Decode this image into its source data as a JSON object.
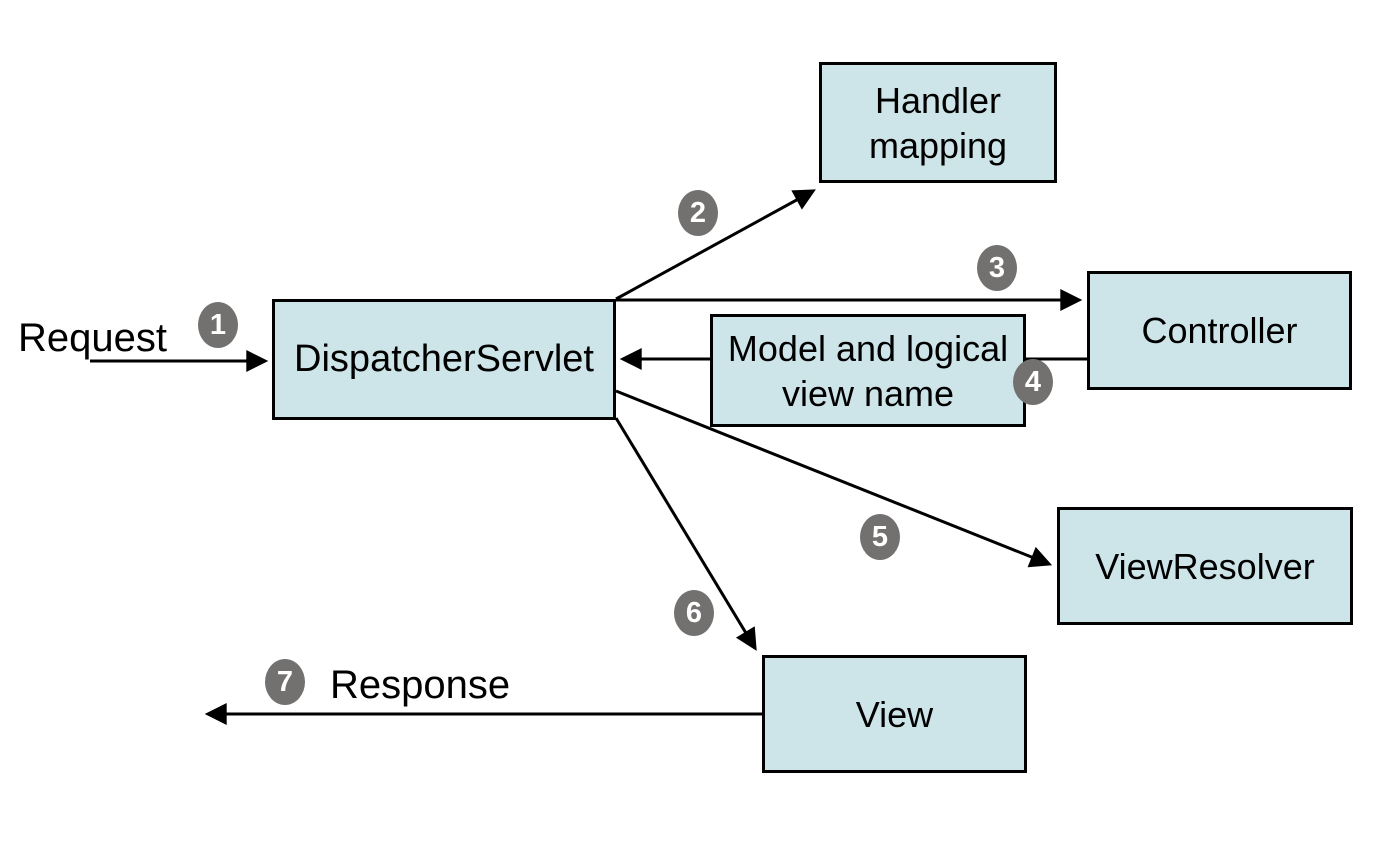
{
  "diagram": {
    "kind": "flow-diagram",
    "colors": {
      "background": "#ffffff",
      "box_fill": "#cde5e8",
      "box_border": "#000000",
      "badge_fill": "#737170",
      "badge_text": "#ffffff",
      "arrow": "#000000"
    }
  },
  "labels": {
    "request": "Request",
    "response": "Response"
  },
  "boxes": [
    {
      "name": "dispatcher-servlet",
      "label": "DispatcherServlet"
    },
    {
      "name": "handler-mapping",
      "label": "Handler mapping"
    },
    {
      "name": "controller",
      "label": "Controller"
    },
    {
      "name": "model-and-logical-view-name",
      "label": "Model and logical view name"
    },
    {
      "name": "view-resolver",
      "label": "ViewResolver"
    },
    {
      "name": "view",
      "label": "View"
    }
  ],
  "steps": [
    {
      "number": "1",
      "arrow": {
        "from": "Request",
        "to": "DispatcherServlet"
      }
    },
    {
      "number": "2",
      "arrow": {
        "from": "DispatcherServlet",
        "to": "Handler mapping"
      }
    },
    {
      "number": "3",
      "arrow": {
        "from": "DispatcherServlet",
        "to": "Controller"
      }
    },
    {
      "number": "4",
      "arrow": {
        "from": "Controller",
        "to": "DispatcherServlet",
        "via": "Model and logical view name"
      }
    },
    {
      "number": "5",
      "arrow": {
        "from": "DispatcherServlet",
        "to": "ViewResolver"
      }
    },
    {
      "number": "6",
      "arrow": {
        "from": "DispatcherServlet",
        "to": "View"
      }
    },
    {
      "number": "7",
      "arrow": {
        "from": "View",
        "to": "Response"
      }
    }
  ]
}
